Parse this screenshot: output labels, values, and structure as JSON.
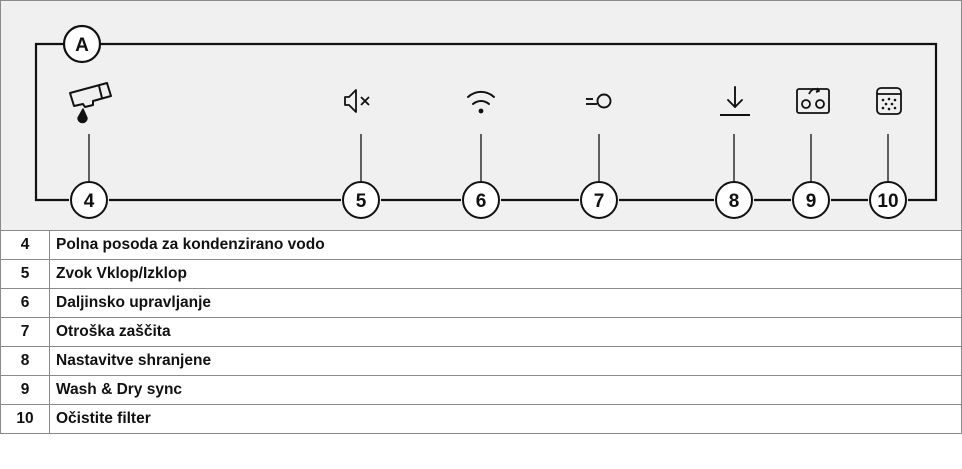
{
  "panel": {
    "label": "A",
    "callouts": [
      {
        "number": "4",
        "icon": "condensed-water-tank-icon"
      },
      {
        "number": "5",
        "icon": "sound-off-icon"
      },
      {
        "number": "6",
        "icon": "wifi-icon"
      },
      {
        "number": "7",
        "icon": "key-lock-icon"
      },
      {
        "number": "8",
        "icon": "download-save-icon"
      },
      {
        "number": "9",
        "icon": "wash-dry-sync-icon"
      },
      {
        "number": "10",
        "icon": "filter-icon"
      }
    ]
  },
  "legend": {
    "rows": [
      {
        "number": "4",
        "label": "Polna posoda za kondenzirano vodo"
      },
      {
        "number": "5",
        "label": "Zvok Vklop/Izklop"
      },
      {
        "number": "6",
        "label": "Daljinsko upravljanje"
      },
      {
        "number": "7",
        "label": "Otroška zaščita"
      },
      {
        "number": "8",
        "label": "Nastavitve shranjene"
      },
      {
        "number": "9",
        "label": "Wash & Dry sync"
      },
      {
        "number": "10",
        "label": "Očistite filter"
      }
    ]
  }
}
